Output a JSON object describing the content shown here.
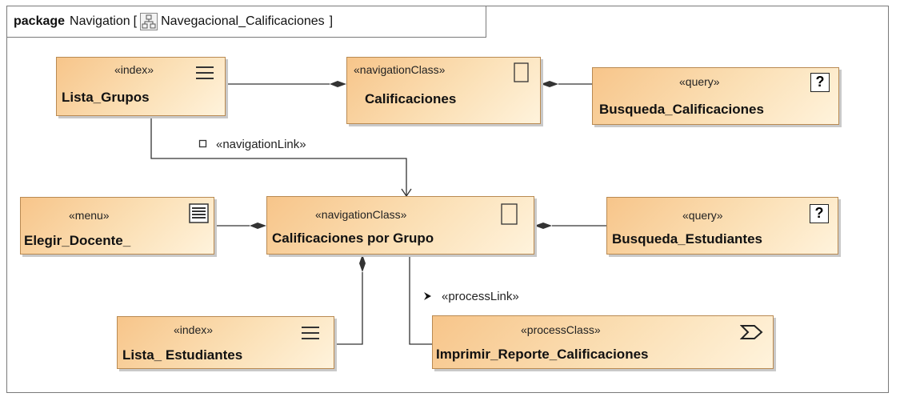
{
  "diagram": {
    "header": {
      "keyword": "package",
      "name": "Navigation",
      "open_bracket": "[",
      "diagram_name": "Navegacional_Calificaciones",
      "close_bracket": "]"
    },
    "nodes": {
      "lista_grupos": {
        "stereotype": "«index»",
        "name": "Lista_Grupos",
        "icon": "index-list-icon"
      },
      "calificaciones": {
        "stereotype": "«navigationClass»",
        "name": "Calificaciones",
        "icon": "navigation-class-icon"
      },
      "busqueda_calificaciones": {
        "stereotype": "«query»",
        "name": "Busqueda_Calificaciones",
        "icon": "query-icon",
        "icon_text": "?"
      },
      "elegir_docente": {
        "stereotype": "«menu»",
        "name": "Elegir_Docente_",
        "icon": "menu-icon"
      },
      "calificaciones_por_grupo": {
        "stereotype": "«navigationClass»",
        "name": "Calificaciones por Grupo",
        "icon": "navigation-class-icon"
      },
      "busqueda_estudiantes": {
        "stereotype": "«query»",
        "name": "Busqueda_Estudiantes",
        "icon": "query-icon",
        "icon_text": "?"
      },
      "lista_estudiantes": {
        "stereotype": "«index»",
        "name": "Lista_ Estudiantes",
        "icon": "index-list-icon"
      },
      "imprimir_reporte": {
        "stereotype": "«processClass»",
        "name": "Imprimir_Reporte_Calificaciones",
        "icon": "process-class-icon"
      }
    },
    "links": {
      "navigation_link": "«navigationLink»",
      "process_link": "«processLink»"
    }
  }
}
